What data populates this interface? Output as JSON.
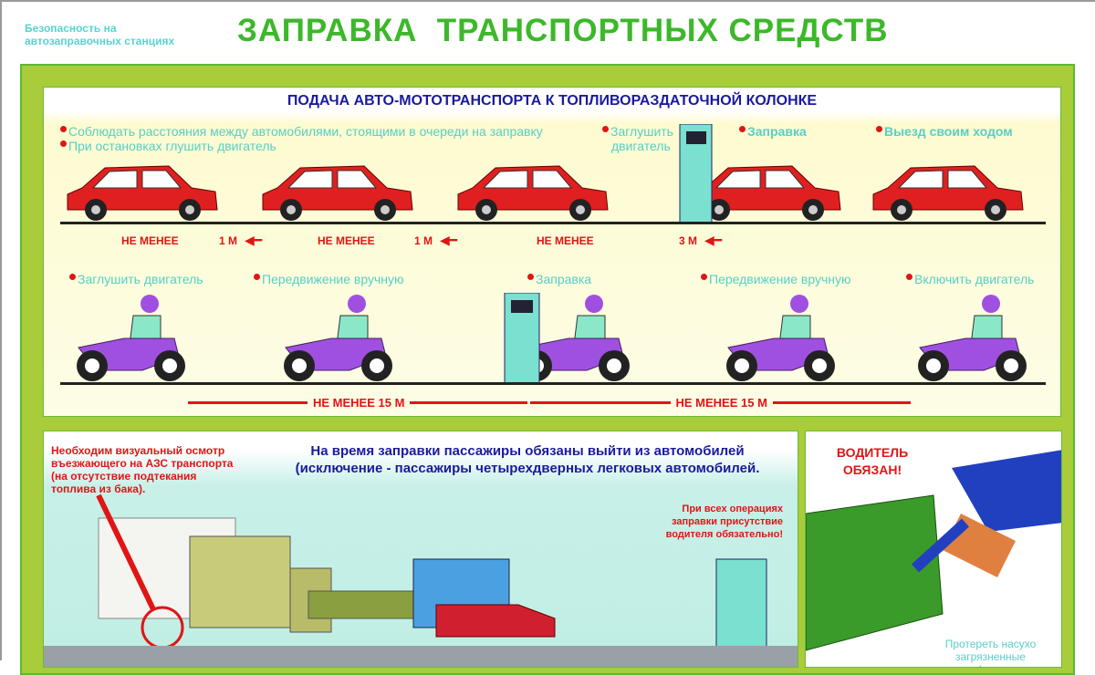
{
  "header": {
    "subtitle_line1": "Безопасность на",
    "subtitle_line2": "автозаправочных станциях",
    "title": "ЗАПРАВКА  ТРАНСПОРТНЫХ СРЕДСТВ"
  },
  "top_panel": {
    "heading": "ПОДАЧА АВТО-МОТОТРАНСПОРТА К ТОПЛИВОРАЗДАТОЧНОЙ КОЛОНКЕ",
    "car_notes": [
      "Соблюдать расстояния между автомобилями, стоящими в очереди на заправку",
      "При остановках глушить двигатель"
    ],
    "car_steps": {
      "stop_line1": "Заглушить",
      "stop_line2": "двигатель",
      "refuel": "Заправка",
      "exit": "Выезд своим ходом"
    },
    "car_distances": [
      {
        "label": "НЕ МЕНЕЕ",
        "value": "1 М"
      },
      {
        "label": "НЕ МЕНЕЕ",
        "value": "1 М"
      },
      {
        "label": "НЕ МЕНЕЕ",
        "value": "3 М"
      }
    ],
    "moto_steps": [
      "Заглушить двигатель",
      "Передвижение вручную",
      "Заправка",
      "Передвижение вручную",
      "Включить двигатель"
    ],
    "moto_distances": [
      "НЕ МЕНЕЕ 15 М",
      "НЕ МЕНЕЕ 15 М"
    ],
    "car_color": "#e02020",
    "moto_color": "#a050e0"
  },
  "bottom_left": {
    "inspection_note": [
      "Необходим визуальный осмотр",
      "въезжающего на АЗС транспорта",
      "(на отсутствие подтекания",
      "топлива из бака)."
    ],
    "passengers_line1": "На время заправки пассажиры обязаны выйти из автомобилей",
    "passengers_line2": "(исключение - пассажиры четырехдверных легковых автомобилей.",
    "driver_note": [
      "При всех операциях",
      "заправки присутствие",
      "водителя обязательно!"
    ]
  },
  "bottom_right": {
    "heading_line1": "ВОДИТЕЛЬ",
    "heading_line2": "ОБЯЗАН!",
    "note_line1": "Протереть насухо",
    "note_line2": "загрязненные нефтепро-"
  }
}
